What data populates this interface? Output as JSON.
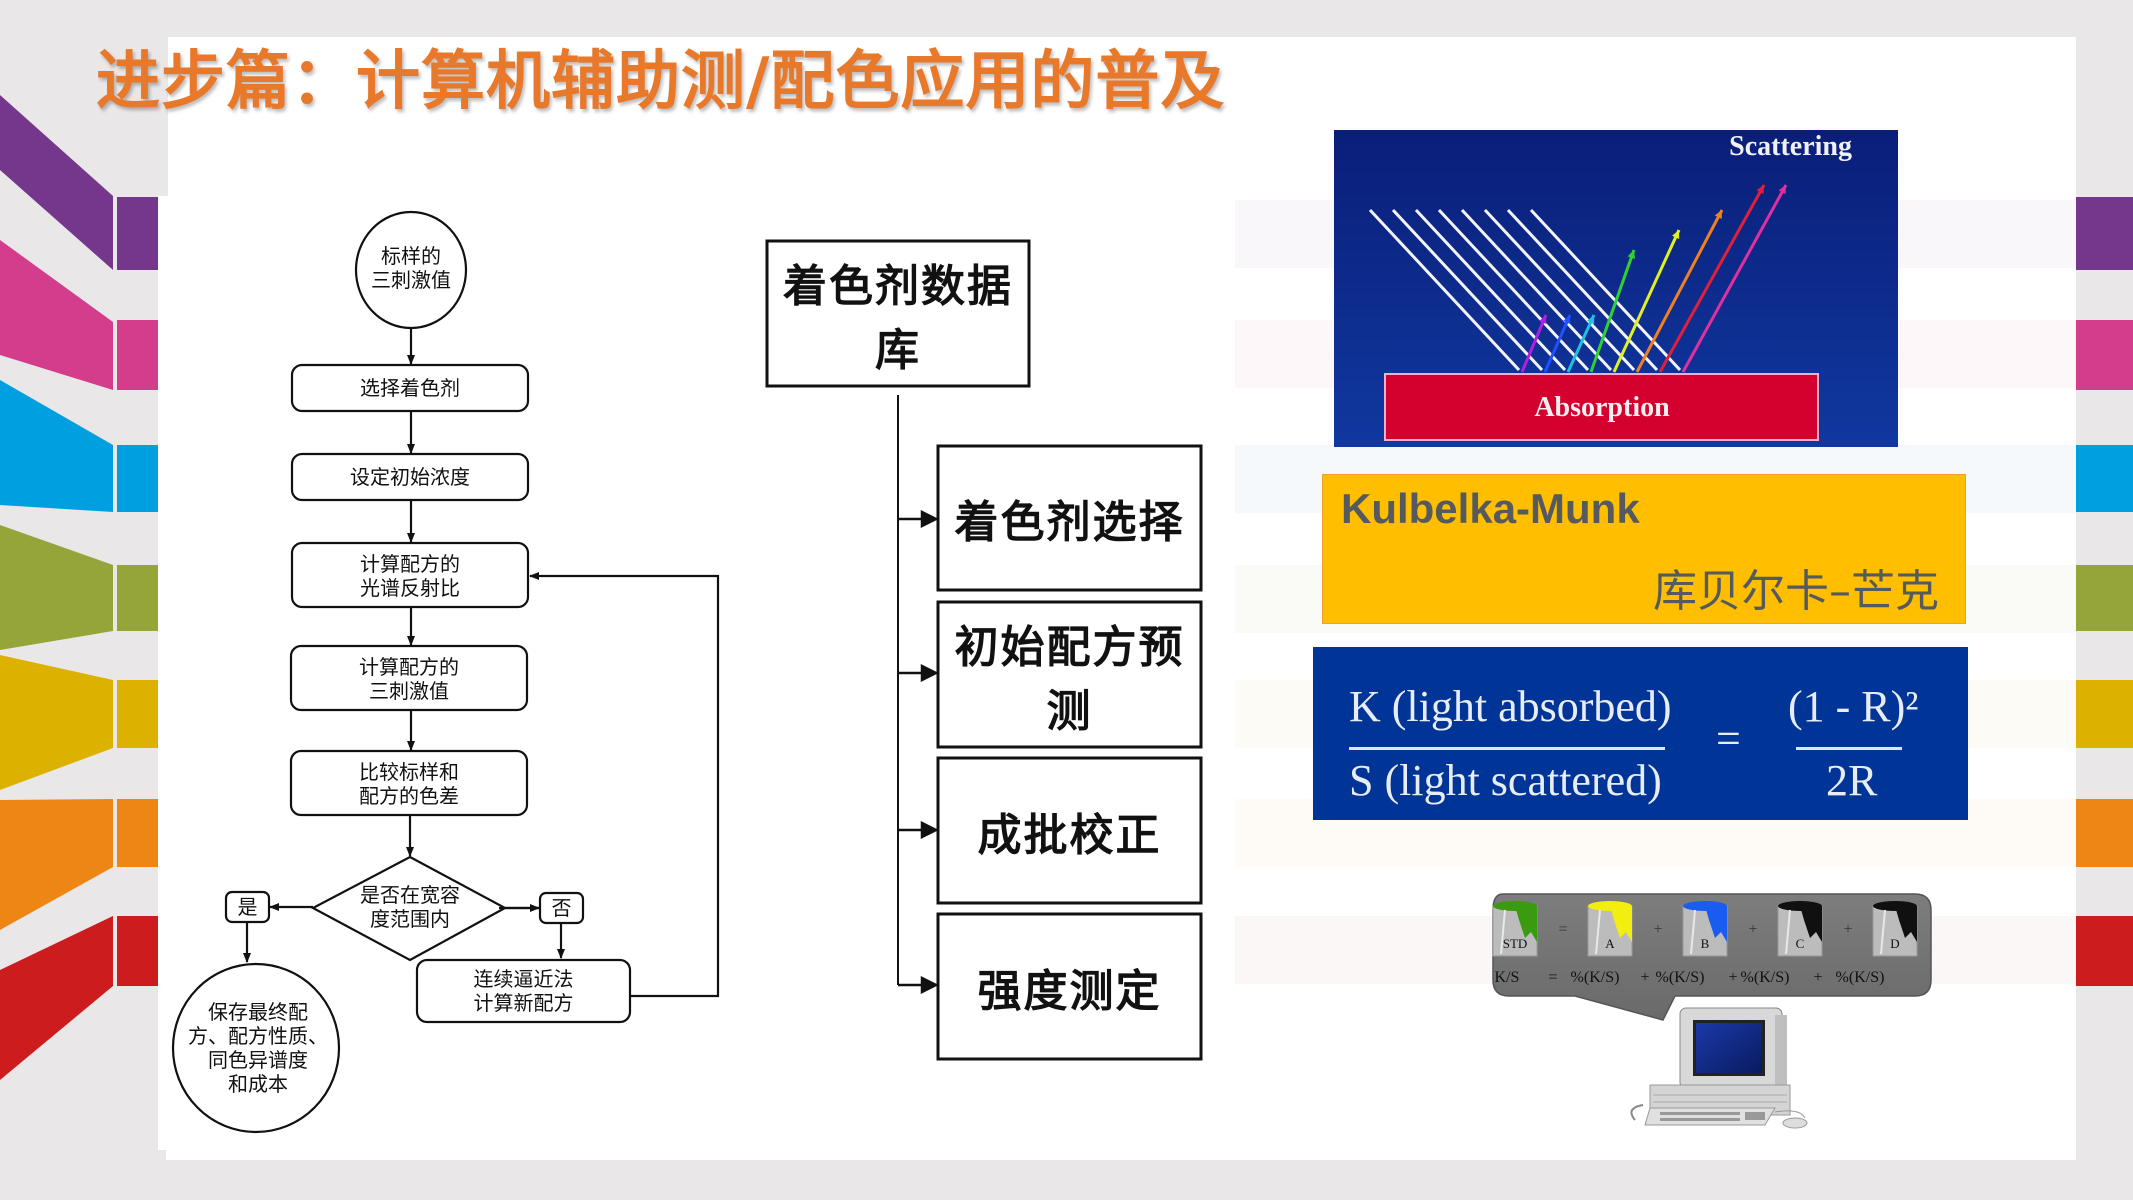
{
  "slide": {
    "title": "进步篇：计算机辅助测/配色应用的普及",
    "colors": {
      "title": "#e8782a",
      "background": "#e9e7e8",
      "panel": "#ffffff",
      "accent_yellow": "#ffbf00",
      "formula_blue": "#003597",
      "absorption_red": "#d4002e"
    },
    "decor_bars": [
      {
        "name": "purple",
        "color": "#74378b"
      },
      {
        "name": "magenta",
        "color": "#d43c8c"
      },
      {
        "name": "blue",
        "color": "#00a0e0"
      },
      {
        "name": "green",
        "color": "#95a53a"
      },
      {
        "name": "yellow",
        "color": "#ddb100"
      },
      {
        "name": "orange",
        "color": "#ee8616"
      },
      {
        "name": "red",
        "color": "#cc1c1e"
      }
    ]
  },
  "flowchart": {
    "start": "标样的\n三刺激值",
    "steps": [
      "选择着色剂",
      "设定初始浓度",
      "计算配方的\n光谱反射比",
      "计算配方的\n三刺激值",
      "比较标样和\n配方的色差"
    ],
    "decision": "是否在宽容\n度范围内",
    "yes_label": "是",
    "no_label": "否",
    "no_step": "连续逼近法\n计算新配方",
    "end": "保存最终配\n方、配方性质、\n同色异谱度\n和成本"
  },
  "database_tree": {
    "root": "着色剂数据库",
    "children": [
      "着色剂选择",
      "初始配方预测",
      "成批校正",
      "强度测定"
    ]
  },
  "scattering_figure": {
    "top_label": "Scattering",
    "bottom_label": "Absorption",
    "ray_colors": [
      "#b020e0",
      "#2050ff",
      "#20c0e0",
      "#30d030",
      "#e0f020",
      "#f08020",
      "#e0203a",
      "#e030a0"
    ]
  },
  "km_box": {
    "english": "Kulbelka-Munk",
    "chinese": "库贝尔卡–芒克"
  },
  "formula": {
    "numerator_left": "K (light  absorbed)",
    "denominator_left": "S (light  scattered)",
    "equals": "=",
    "numerator_right": "(1 - R)²",
    "denominator_right": "2R"
  },
  "computer_illustration": {
    "cans": [
      {
        "label": "STD",
        "paint": "#3a9a10"
      },
      {
        "label": "A",
        "paint": "#f2ee10"
      },
      {
        "label": "B",
        "paint": "#1a5cf0"
      },
      {
        "label": "C",
        "paint": "#101010"
      },
      {
        "label": "D",
        "paint": "#101010"
      }
    ],
    "operators": [
      "=",
      "+",
      "+",
      "+"
    ],
    "equation": [
      "K/S",
      "=",
      "%(K/S)",
      "+",
      "%(K/S)",
      "+",
      "%(K/S)",
      "+",
      "%(K/S)"
    ]
  }
}
